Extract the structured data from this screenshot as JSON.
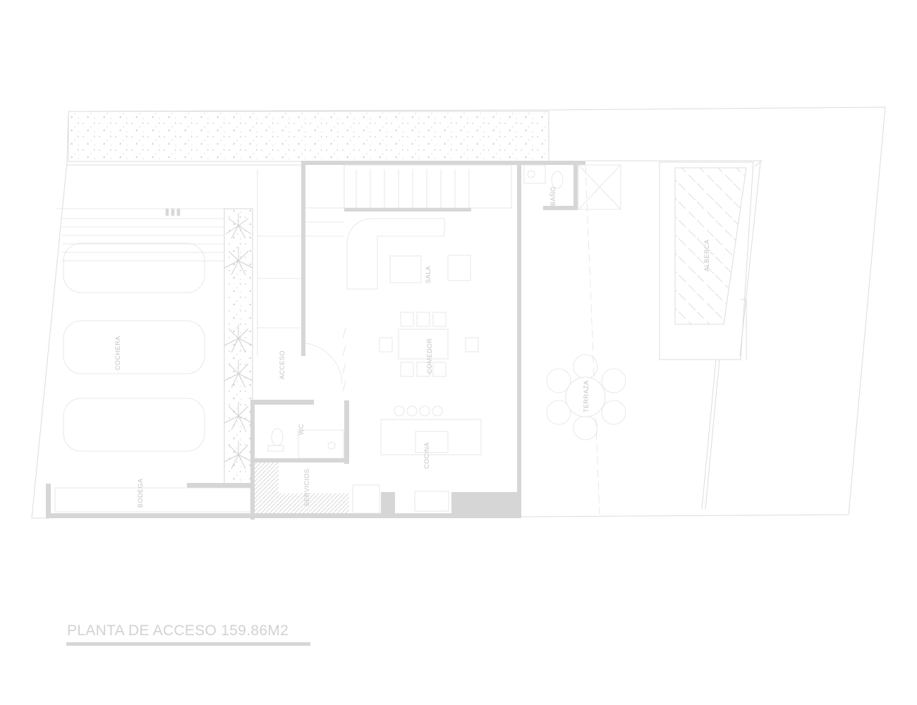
{
  "plan": {
    "title": "PLANTA DE ACCESO 159.86M2",
    "rooms": {
      "cochera": "COCHERA",
      "bodega": "BODEGA",
      "acceso": "ACCESO",
      "wc": "WC",
      "servicios": "SERVICIOS",
      "sala": "SALA",
      "comedor": "COMEDOR",
      "cocina": "COCINA",
      "bano": "BAÑO",
      "terraza": "TERRAZA",
      "alberca": "ALBERCA"
    },
    "colors": {
      "wall": "#d6d6d6",
      "line": "#dcdcdc",
      "text": "#c4c4c4"
    }
  }
}
